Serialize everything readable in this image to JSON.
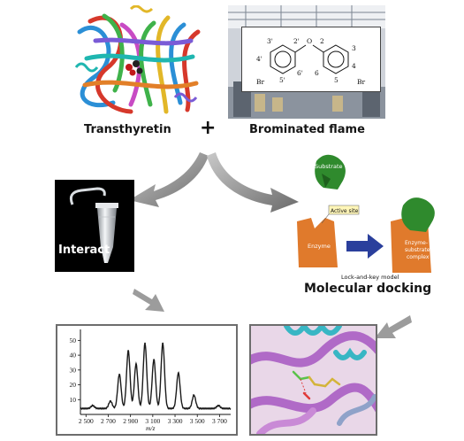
{
  "top": {
    "protein_label": "Transthyretin",
    "plus_sign": "+",
    "compound_label": "Brominated flame"
  },
  "molecule": {
    "oxygen": "O",
    "ring_left_positions": [
      "3'",
      "2'",
      "4'",
      "6'",
      "5'"
    ],
    "ring_right_positions": [
      "2",
      "3",
      "6",
      "4",
      "5"
    ],
    "bromine_left": "Br",
    "bromine_right": "Br"
  },
  "interact": {
    "label": "Interact"
  },
  "docking": {
    "substrate_label": "Substrate",
    "active_site_label": "Active site",
    "enzyme_label": "Enzyme",
    "complex_label_line1": "Enzyme-",
    "complex_label_line2": "substrate",
    "complex_label_line3": "complex",
    "model_caption": "Lock-and-key model",
    "title": "Molecular docking"
  },
  "colors": {
    "arrow_gray": "#8e8e8e",
    "enzyme_orange": "#e07a2c",
    "substrate_green": "#2f8a2d",
    "forward_arrow_blue": "#2a3f9c",
    "spectrum_line": "#1a1a1a",
    "frame_gray": "#6d6d6d"
  },
  "chart_data": {
    "type": "line",
    "title": "",
    "xlabel": "m/z",
    "ylabel": "",
    "xlim": [
      2450,
      3800
    ],
    "ylim": [
      0,
      55
    ],
    "x_ticks": [
      2500,
      2700,
      2900,
      3100,
      3300,
      3500,
      3700
    ],
    "x_tick_labels": [
      "2 500",
      "2 700",
      "2 900",
      "3 100",
      "3 300",
      "3 500",
      "3 700"
    ],
    "y_ticks": [
      10,
      20,
      30,
      40,
      50
    ],
    "y_tick_labels": [
      "10",
      "20",
      "30",
      "40",
      "50"
    ],
    "grid": false,
    "peaks": [
      {
        "x": 2560,
        "y": 6
      },
      {
        "x": 2720,
        "y": 9
      },
      {
        "x": 2800,
        "y": 27
      },
      {
        "x": 2880,
        "y": 43
      },
      {
        "x": 2950,
        "y": 34
      },
      {
        "x": 3030,
        "y": 48
      },
      {
        "x": 3110,
        "y": 37
      },
      {
        "x": 3190,
        "y": 48
      },
      {
        "x": 3330,
        "y": 28
      },
      {
        "x": 3470,
        "y": 13
      },
      {
        "x": 3690,
        "y": 6
      }
    ],
    "baseline": 4
  }
}
